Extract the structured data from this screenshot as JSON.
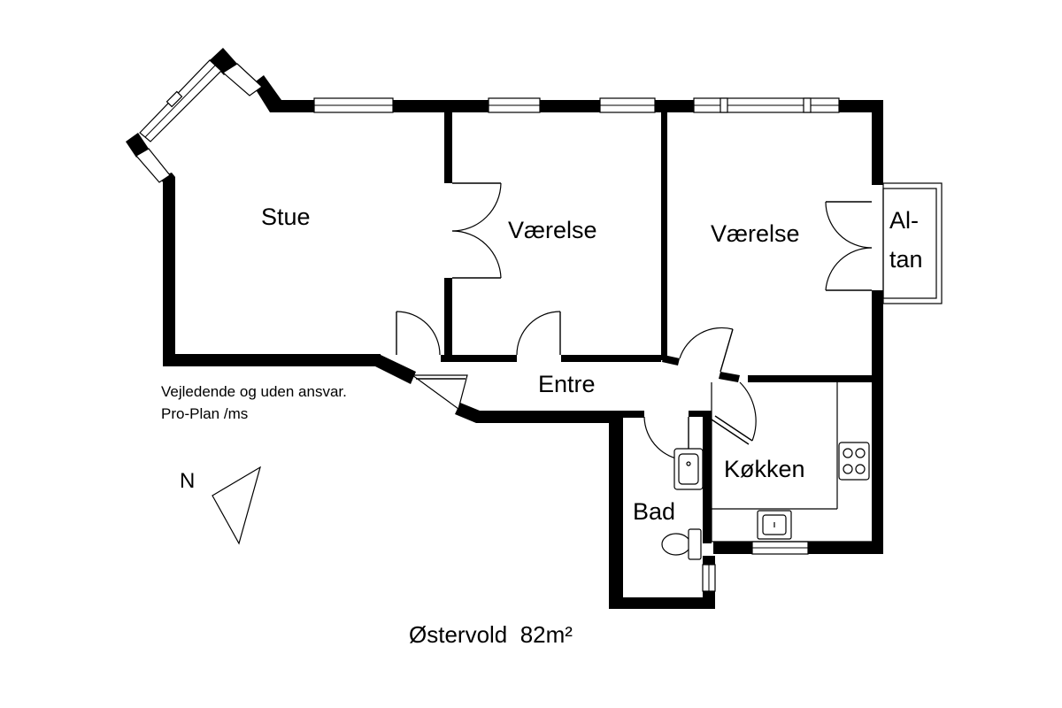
{
  "rooms": {
    "stue": "Stue",
    "vaerelse1": "Værelse",
    "vaerelse2": "Værelse",
    "altan_line1": "Al-",
    "altan_line2": "tan",
    "entre": "Entre",
    "koekken": "Køkken",
    "bad": "Bad"
  },
  "note": {
    "line1": "Vejledende og uden ansvar.",
    "line2": "Pro-Plan /ms"
  },
  "compass": {
    "label": "N"
  },
  "caption": "Østervold  82m²"
}
